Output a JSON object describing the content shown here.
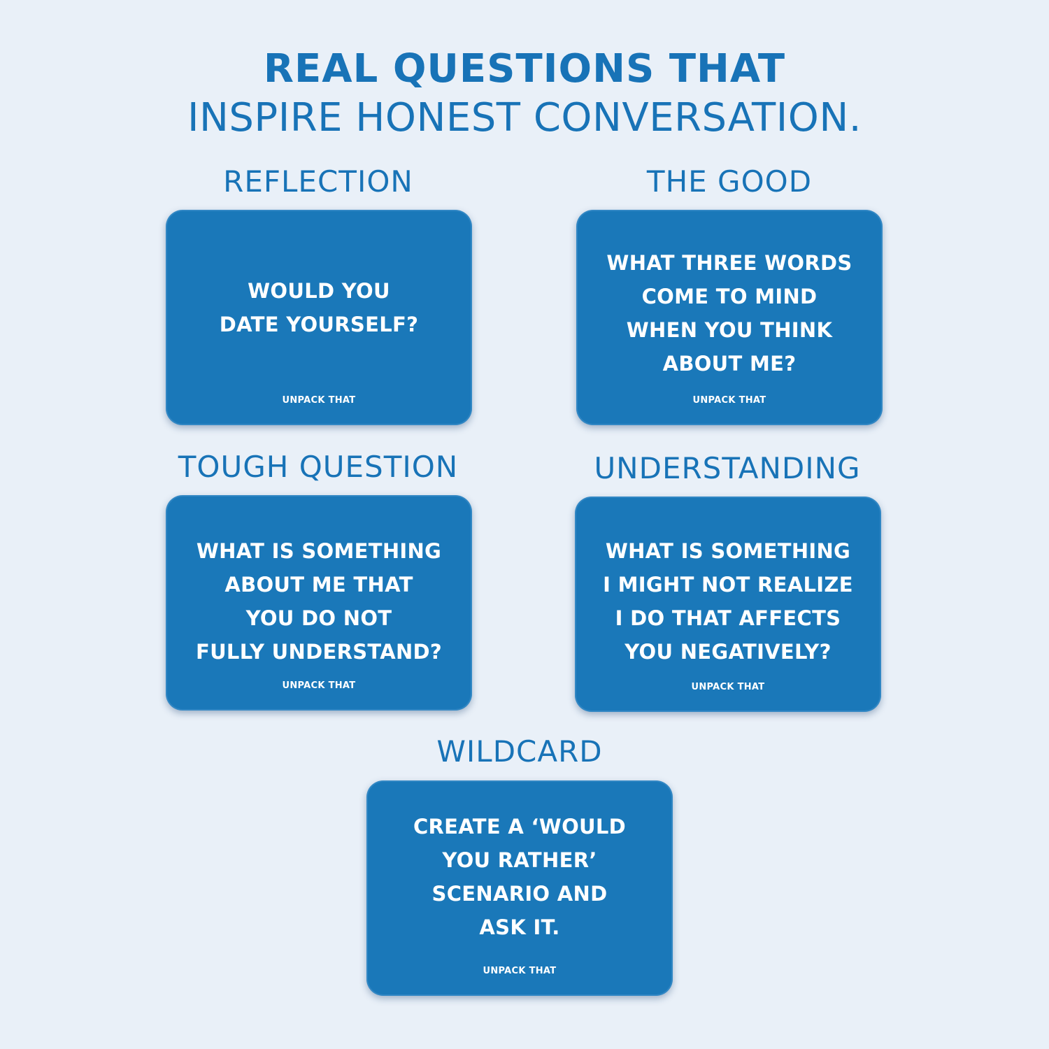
{
  "headline": {
    "line1": "REAL QUESTIONS THAT",
    "line2": "INSPIRE HONEST CONVERSATION."
  },
  "cards": {
    "reflection": {
      "category": "REFLECTION",
      "question": "WOULD YOU\nDATE YOURSELF?",
      "brand": "UNPACK THAT"
    },
    "good": {
      "category": "THE GOOD",
      "question": "WHAT THREE WORDS\nCOME TO MIND\nWHEN YOU THINK\nABOUT ME?",
      "brand": "UNPACK THAT"
    },
    "tough": {
      "category": "TOUGH QUESTION",
      "question": "WHAT IS SOMETHING\nABOUT ME THAT\nYOU DO NOT\nFULLY UNDERSTAND?",
      "brand": "UNPACK THAT"
    },
    "understanding": {
      "category": "UNDERSTANDING",
      "question": "WHAT IS SOMETHING\nI MIGHT NOT REALIZE\nI DO THAT AFFECTS\nYOU NEGATIVELY?",
      "brand": "UNPACK THAT"
    },
    "wildcard": {
      "category": "WILDCARD",
      "question": "CREATE A ‘WOULD\nYOU RATHER’\nSCENARIO AND\nASK IT.",
      "brand": "UNPACK THAT"
    }
  },
  "colors": {
    "background": "#e9f0f8",
    "accent": "#1873b7",
    "card": "#1a78b9",
    "card_text": "#ffffff"
  }
}
